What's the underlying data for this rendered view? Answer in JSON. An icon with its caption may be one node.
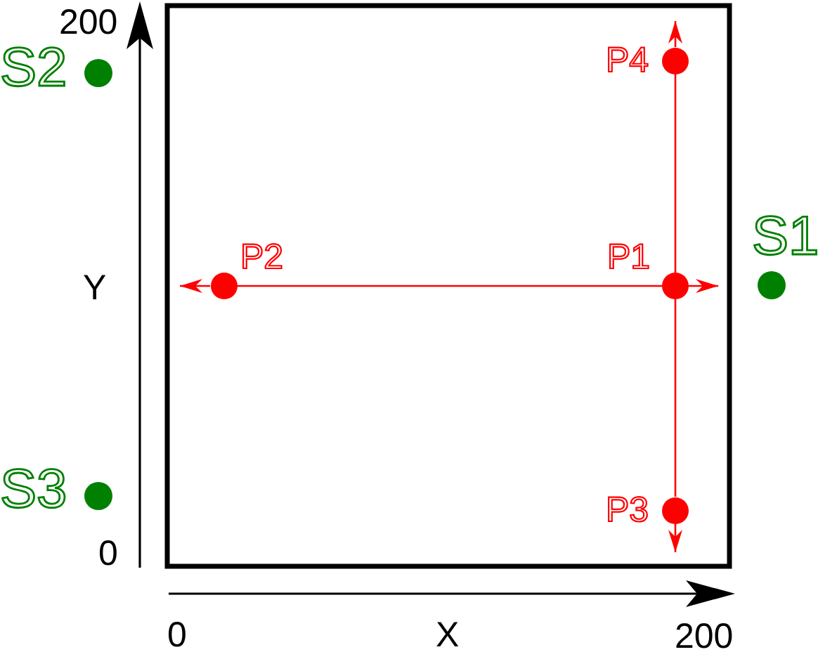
{
  "diagram": {
    "nodes": [
      {
        "text": [],
        "shape": "circle",
        "beside": [
          "P1"
        ]
      },
      {
        "text": [],
        "shape": "circle",
        "beside": [
          "P2"
        ]
      },
      {
        "text": [],
        "shape": "circle",
        "beside": [
          "P3"
        ]
      },
      {
        "text": [],
        "shape": "circle",
        "beside": [
          "P4"
        ]
      },
      {
        "text": [],
        "shape": "circle",
        "beside": [
          "S1"
        ]
      },
      {
        "text": [],
        "shape": "circle",
        "beside": [
          "S2"
        ]
      },
      {
        "text": [],
        "shape": "circle",
        "beside": [
          "S3"
        ]
      }
    ],
    "edges": [
      {
        "from": 0,
        "to": 1,
        "arrow": "none"
      },
      {
        "from": 3,
        "to": 0,
        "arrow": "none"
      },
      {
        "from": 0,
        "to": 2,
        "arrow": "none"
      },
      {
        "from": 1,
        "to": null,
        "arrow": "to"
      },
      {
        "from": 0,
        "to": null,
        "arrow": "to"
      },
      {
        "from": 3,
        "to": null,
        "arrow": "to"
      },
      {
        "from": 2,
        "to": null,
        "arrow": "to"
      }
    ],
    "labels": [
      "200",
      "Y",
      "0",
      "0",
      "X",
      "200"
    ]
  }
}
